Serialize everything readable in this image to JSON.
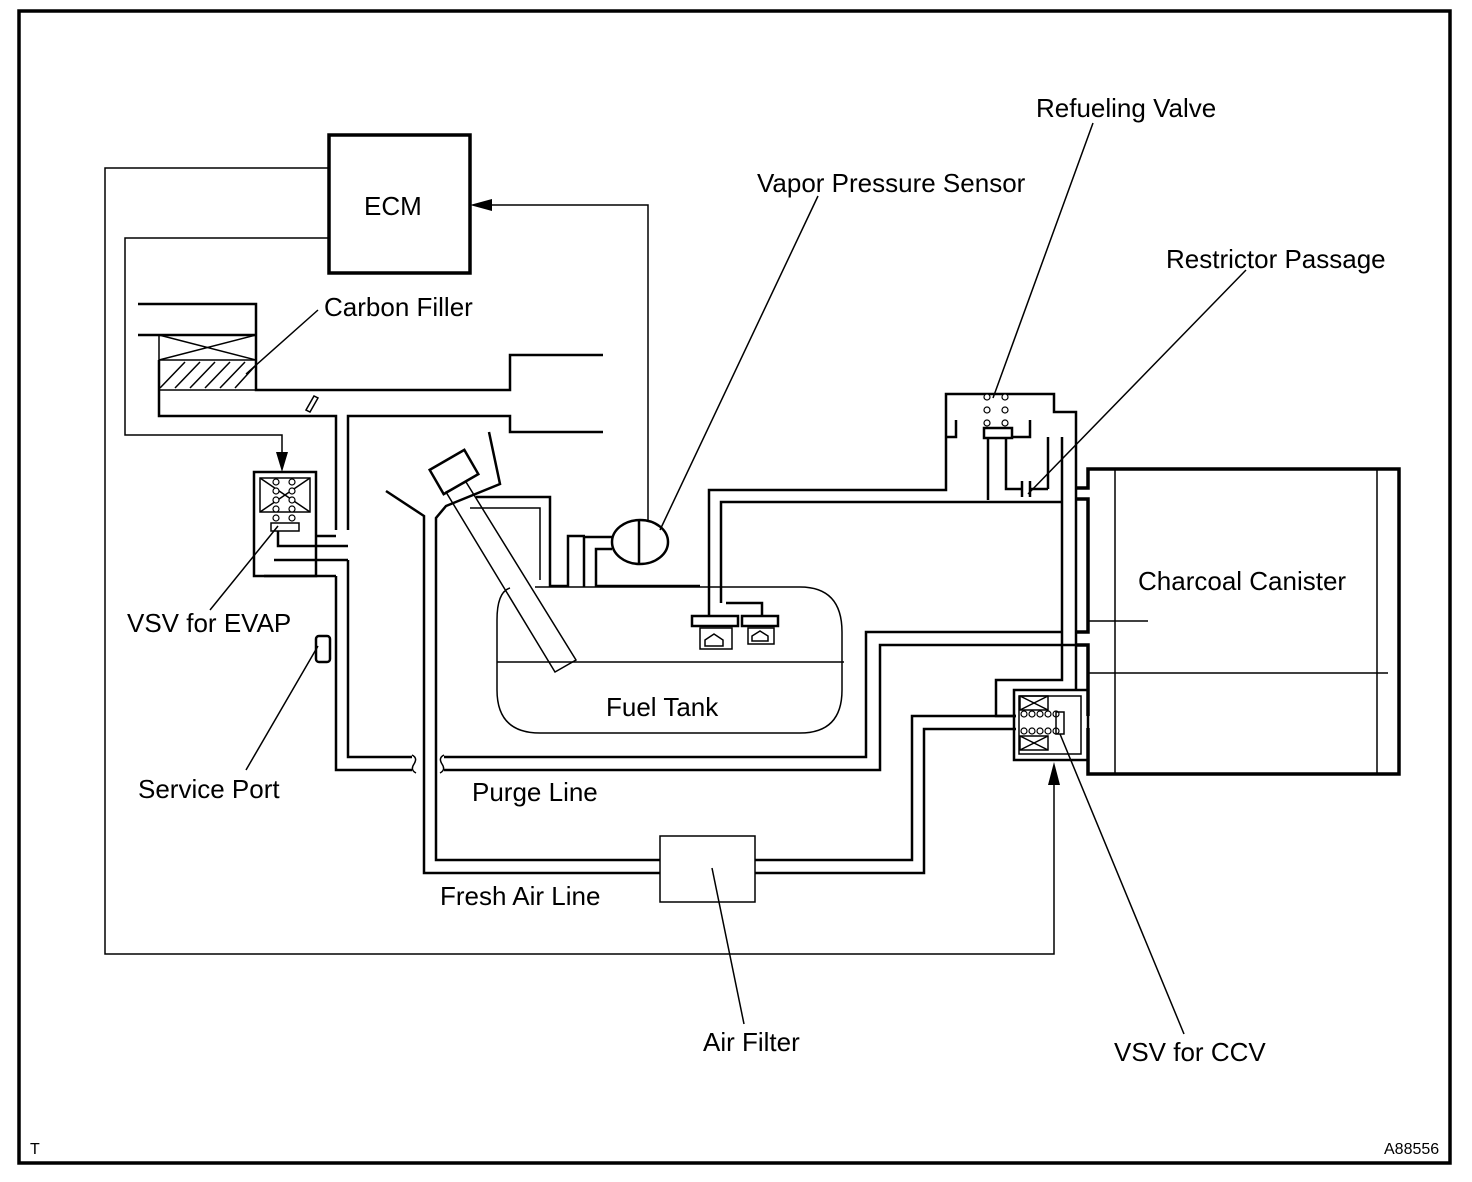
{
  "diagram": {
    "title": "EVAP System Diagram",
    "labels": {
      "ecm": "ECM",
      "carbon_filler": "Carbon Filler",
      "vsv_evap": "VSV for EVAP",
      "service_port": "Service Port",
      "purge_line": "Purge Line",
      "fresh_air_line": "Fresh Air Line",
      "air_filter": "Air Filter",
      "fuel_tank": "Fuel Tank",
      "vapor_pressure_sensor": "Vapor Pressure Sensor",
      "refueling_valve": "Refueling Valve",
      "restrictor_passage": "Restrictor Passage",
      "charcoal_canister": "Charcoal Canister",
      "vsv_ccv": "VSV for CCV"
    },
    "corner_mark": "T",
    "figure_id": "A88556",
    "colors": {
      "line": "#000000",
      "background": "#ffffff"
    }
  }
}
